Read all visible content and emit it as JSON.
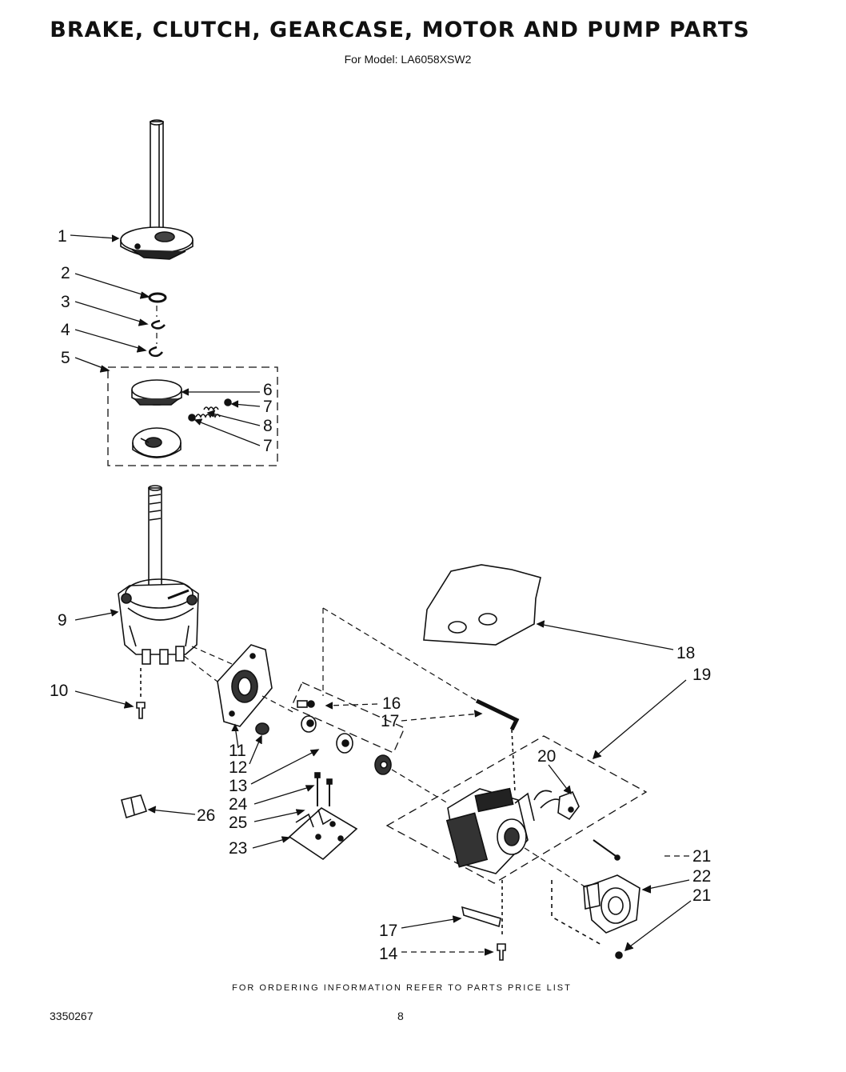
{
  "header": {
    "title": "BRAKE, CLUTCH, GEARCASE, MOTOR  AND PUMP PARTS",
    "model_line": "For Model: LA6058XSW2"
  },
  "callouts": {
    "c1": "1",
    "c2": "2",
    "c3": "3",
    "c4": "4",
    "c5": "5",
    "c6": "6",
    "c7a": "7",
    "c8": "8",
    "c7b": "7",
    "c9": "9",
    "c10": "10",
    "c11": "11",
    "c12": "12",
    "c13": "13",
    "c14": "14",
    "c16": "16",
    "c17a": "17",
    "c17b": "17",
    "c18": "18",
    "c19": "19",
    "c20": "20",
    "c21a": "21",
    "c21b": "21",
    "c22": "22",
    "c23": "23",
    "c24": "24",
    "c25": "25",
    "c26": "26"
  },
  "footer": {
    "ordering_note": "FOR ORDERING INFORMATION REFER TO PARTS PRICE LIST",
    "doc_number": "3350267",
    "page_number": "8"
  }
}
